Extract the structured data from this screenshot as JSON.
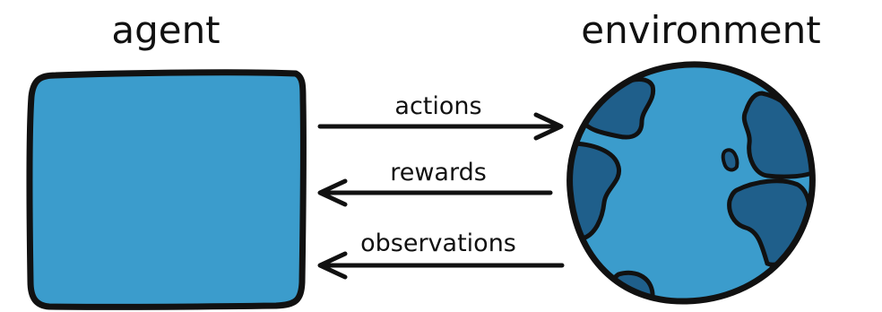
{
  "diagram": {
    "agent_label": "agent",
    "environment_label": "environment",
    "arrows": [
      {
        "label": "actions",
        "direction": "agent-to-environment"
      },
      {
        "label": "rewards",
        "direction": "environment-to-agent"
      },
      {
        "label": "observations",
        "direction": "environment-to-agent"
      }
    ]
  },
  "colors": {
    "agent_fill": "#3b9ccc",
    "ocean_fill": "#3b9ccc",
    "land_fill": "#1f5f8b",
    "outline": "#111111"
  }
}
